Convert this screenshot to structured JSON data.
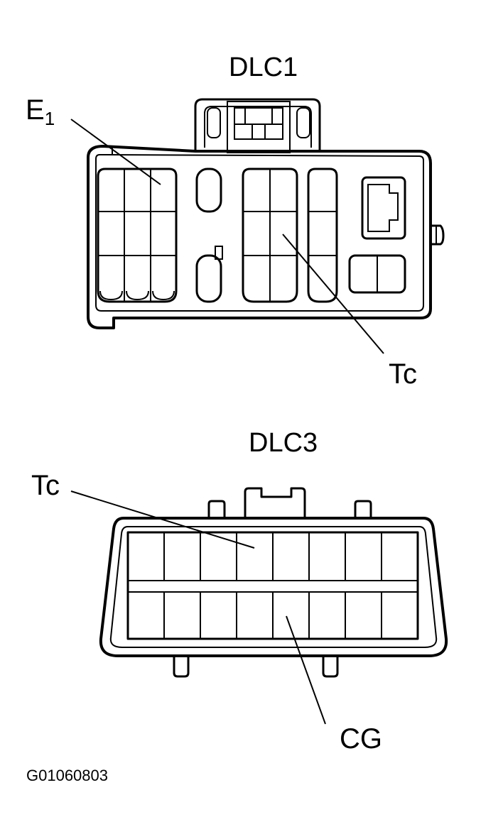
{
  "connectors": [
    {
      "title": "DLC1",
      "pins": [
        {
          "label": "E",
          "subscript": "1"
        },
        {
          "label": "Tc",
          "subscript": ""
        }
      ]
    },
    {
      "title": "DLC3",
      "pins": [
        {
          "label": "Tc",
          "subscript": ""
        },
        {
          "label": "CG",
          "subscript": ""
        }
      ]
    }
  ],
  "figure_code": "G01060803"
}
